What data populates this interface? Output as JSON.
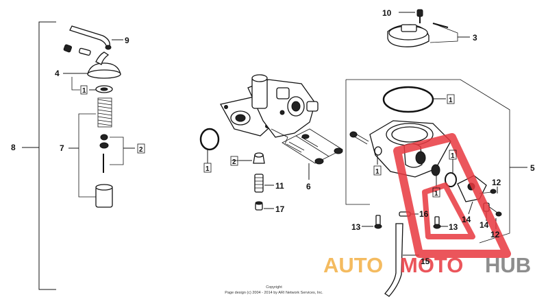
{
  "callouts": {
    "c1a": "1",
    "c1b": "1",
    "c1c": "1",
    "c1d": "1",
    "c1e": "1",
    "c1f": "1",
    "c2a": "2",
    "c2b": "2",
    "c3": "3",
    "c4": "4",
    "c5": "5",
    "c6": "6",
    "c7": "7",
    "c8": "8",
    "c9": "9",
    "c10": "10",
    "c11": "11",
    "c12a": "12",
    "c12b": "12",
    "c13a": "13",
    "c13b": "13",
    "c14a": "14",
    "c14b": "14",
    "c15": "15",
    "c16": "16",
    "c17": "17"
  },
  "copyright": {
    "line1": "Copyright",
    "line2": "Page design (c) 2004 - 2014 by ARI Network Services, Inc."
  },
  "watermark": {
    "part1": "AUTO",
    "part2": "MOTO",
    "part3": "HUB",
    "color_orange": "#f3b045",
    "color_red": "#e8383f",
    "color_gray": "#7a7a7a"
  }
}
